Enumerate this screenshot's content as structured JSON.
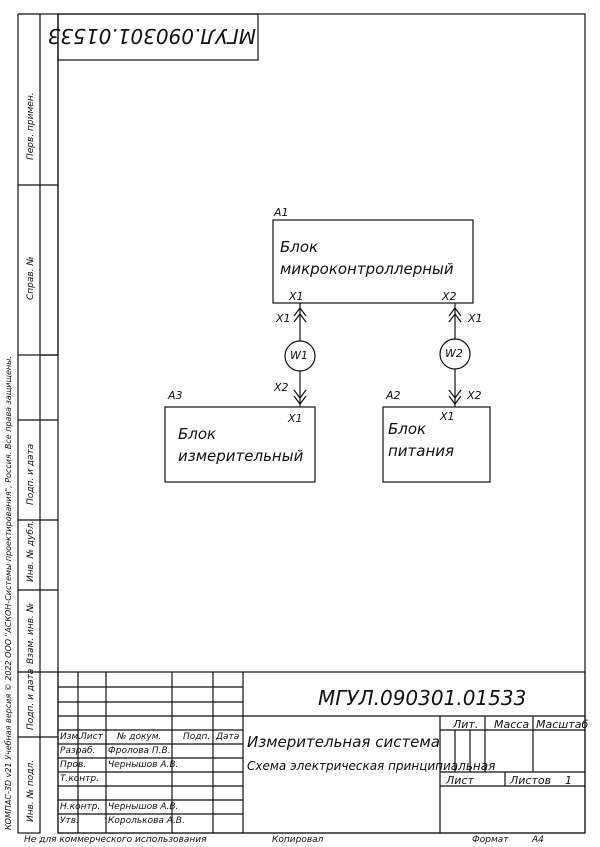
{
  "document": {
    "designation": "МГУЛ.090301.01533",
    "designation_mirrored": "МГУЛ.090301.01533",
    "title": "Измерительная система",
    "subtitle": "Схема электрическая принципиальная",
    "sheet_number": "1"
  },
  "diagram": {
    "blocks": [
      {
        "ref": "A1",
        "line1": "Блок",
        "line2": "микроконтроллерный",
        "connectors": [
          "X1",
          "X2"
        ]
      },
      {
        "ref": "A3",
        "line1": "Блок",
        "line2": "измерительный",
        "connectors": [
          "X1"
        ]
      },
      {
        "ref": "A2",
        "line1": "Блок",
        "line2": "питания",
        "connectors": [
          "X1"
        ]
      }
    ],
    "cables": [
      {
        "ref": "W1",
        "end_top": "X1",
        "end_bottom": "X2"
      },
      {
        "ref": "W2",
        "end_top": "X1",
        "end_bottom": "X2"
      }
    ]
  },
  "side_stamps": {
    "perv_primen": "Перв. примен.",
    "sprav_no": "Справ. №",
    "podp_data_1": "Подп. и дата",
    "inv_dubl": "Инв. № дубл.",
    "vzam_inv": "Взам. инв. №",
    "podp_data_2": "Подп. и дата",
    "inv_podl": "Инв. № подл.",
    "copyright": "КОМПАС-3D v21 Учебная версия © 2022 ООО \"АСКОН-Системы проектирования\", Россия. Все права защищены."
  },
  "title_block": {
    "headers": {
      "izm": "Изм.",
      "list": "Лист",
      "doc_no": "№ докум.",
      "podp": "Подп.",
      "data": "Дата",
      "lit": "Лит.",
      "massa": "Масса",
      "masshtab": "Масштаб",
      "sheet": "Лист",
      "sheets": "Листов"
    },
    "roles": [
      {
        "role": "Разраб.",
        "name": "Фролова П.В."
      },
      {
        "role": "Пров.",
        "name": "Чернышов А.В."
      },
      {
        "role": "Т.контр.",
        "name": ""
      },
      {
        "role": "",
        "name": ""
      },
      {
        "role": "Н.контр.",
        "name": "Чернышов А.В."
      },
      {
        "role": "Утв.",
        "name": "Королькова А.В."
      }
    ]
  },
  "footer": {
    "note": "Не для коммерческого использования",
    "copied": "Копировал",
    "format_label": "Формат",
    "format_value": "А4"
  }
}
